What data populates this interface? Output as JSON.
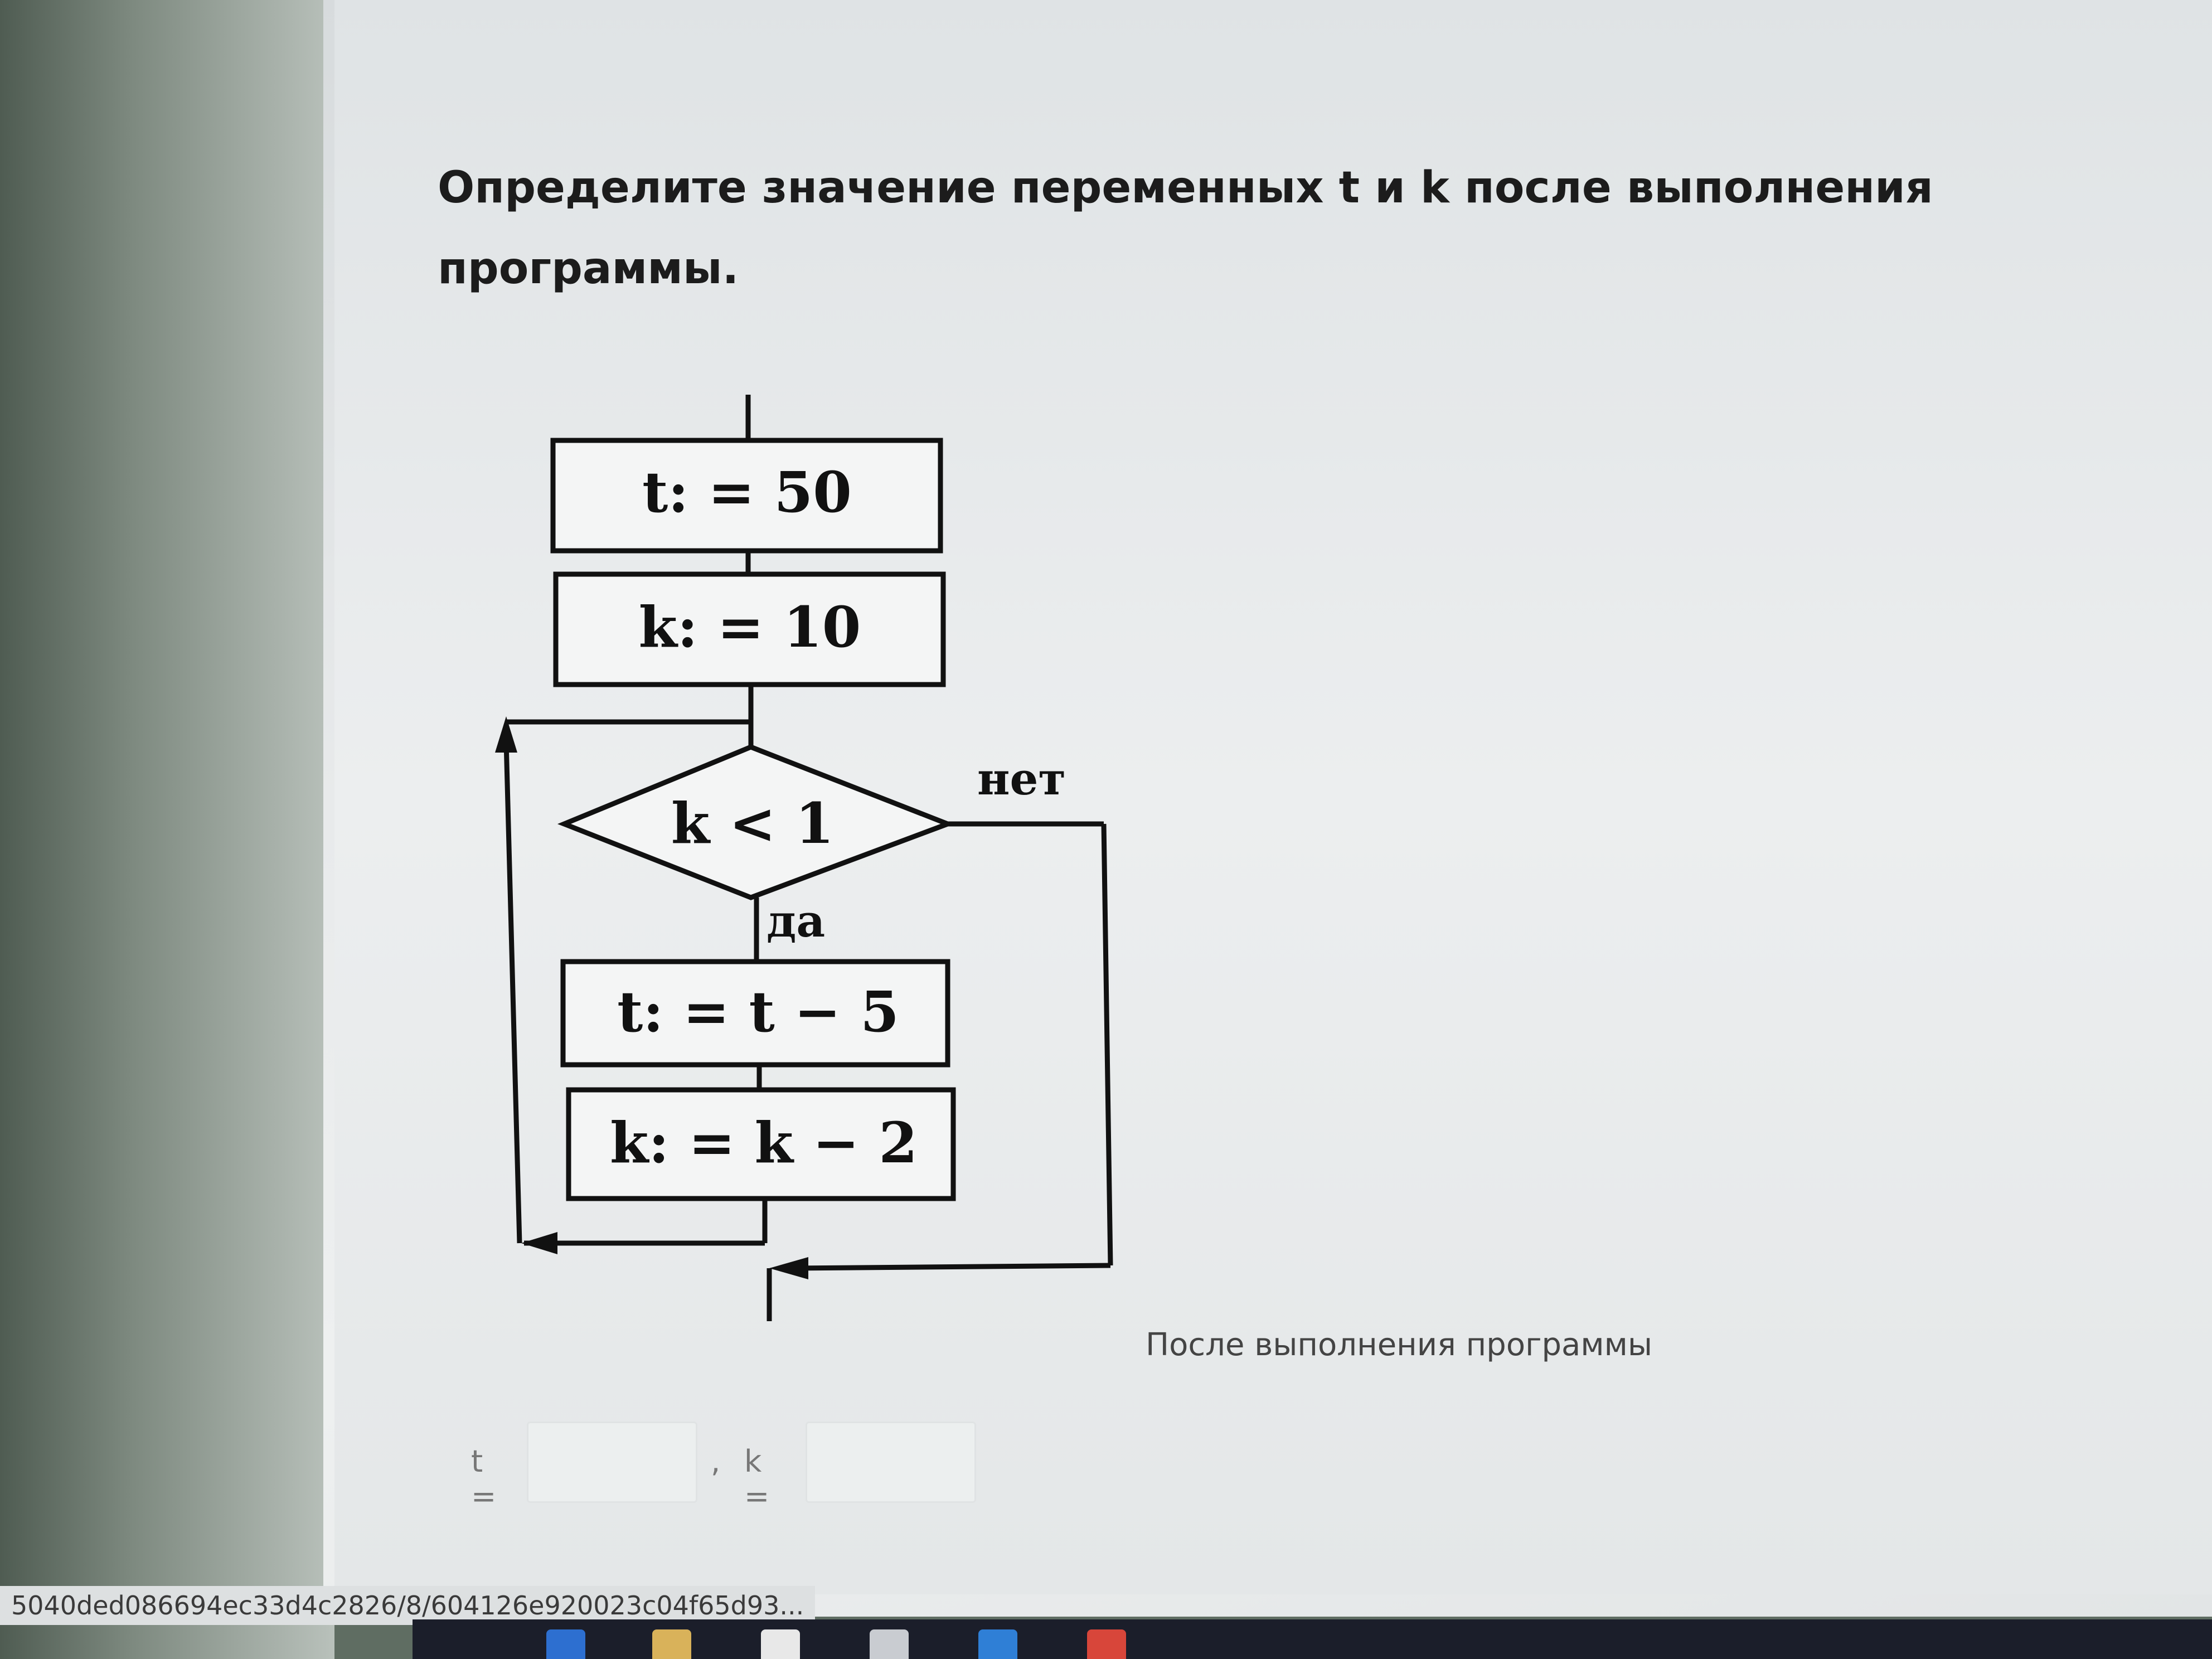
{
  "question": {
    "line1": "Определите значение переменных t и k после выполнения",
    "line2": "программы."
  },
  "flowchart": {
    "block1": "t: = 50",
    "block2": "k: = 10",
    "condition": "k < 1",
    "yes_label": "да",
    "no_label": "нет",
    "block3": "t: = t − 5",
    "block4": "k: = k − 2"
  },
  "answer": {
    "caption": "После выполнения программы",
    "t_label": "t =",
    "separator": ",",
    "k_label": "k =",
    "t_value": "",
    "k_value": ""
  },
  "browser": {
    "status_url": "5040ded086694ec33d4c2826/8/604126e920023c04f65d93..."
  },
  "taskbar": {
    "icons": [
      "edge-icon",
      "folder-icon",
      "store-icon",
      "printer-icon",
      "app-icon",
      "chrome-icon"
    ]
  }
}
